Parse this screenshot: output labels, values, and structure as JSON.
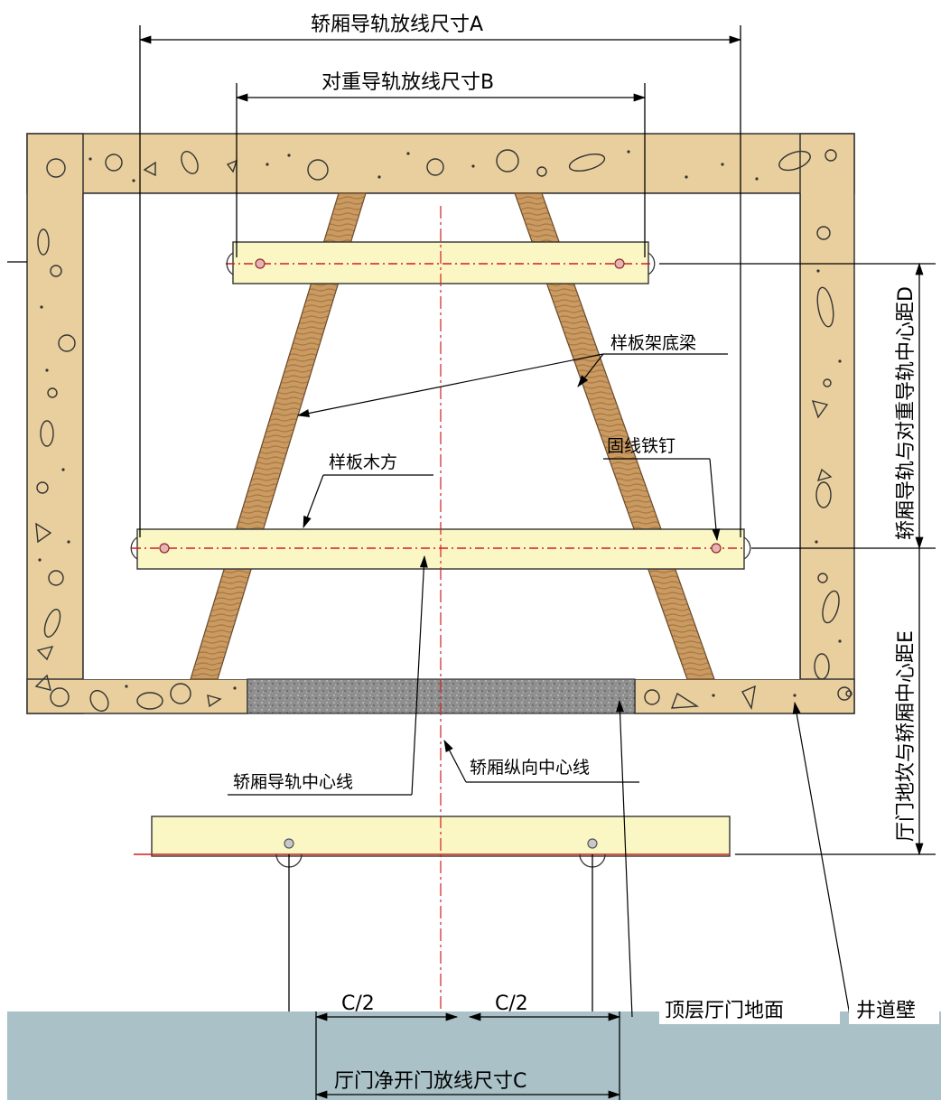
{
  "labels": {
    "car_rail_dim_a": "轿厢导轨放线尺寸A",
    "cw_rail_dim_b": "对重导轨放线尺寸B",
    "template_bottom_beam": "样板架底梁",
    "template_timber": "样板木方",
    "fixing_nail": "固线铁钉",
    "car_rail_centerline": "轿厢导轨中心线",
    "car_long_centerline": "轿厢纵向中心线",
    "half_c_left": "C/2",
    "half_c_right": "C/2",
    "door_opening_dim_c": "厅门净开门放线尺寸C",
    "top_floor_landing": "顶层厅门地面",
    "shaft_wall": "井道壁",
    "dist_d": "轿厢导轨与对重导轨中心距D",
    "dist_e": "厅门地坎与轿厢中心距E"
  },
  "colors": {
    "concrete": "#e9cf9d",
    "timber": "#fbf7c4",
    "brace": "#c6935a",
    "floor": "#8e8e8e",
    "band": "#a9c1c7",
    "red_line": "#d21e1e"
  }
}
